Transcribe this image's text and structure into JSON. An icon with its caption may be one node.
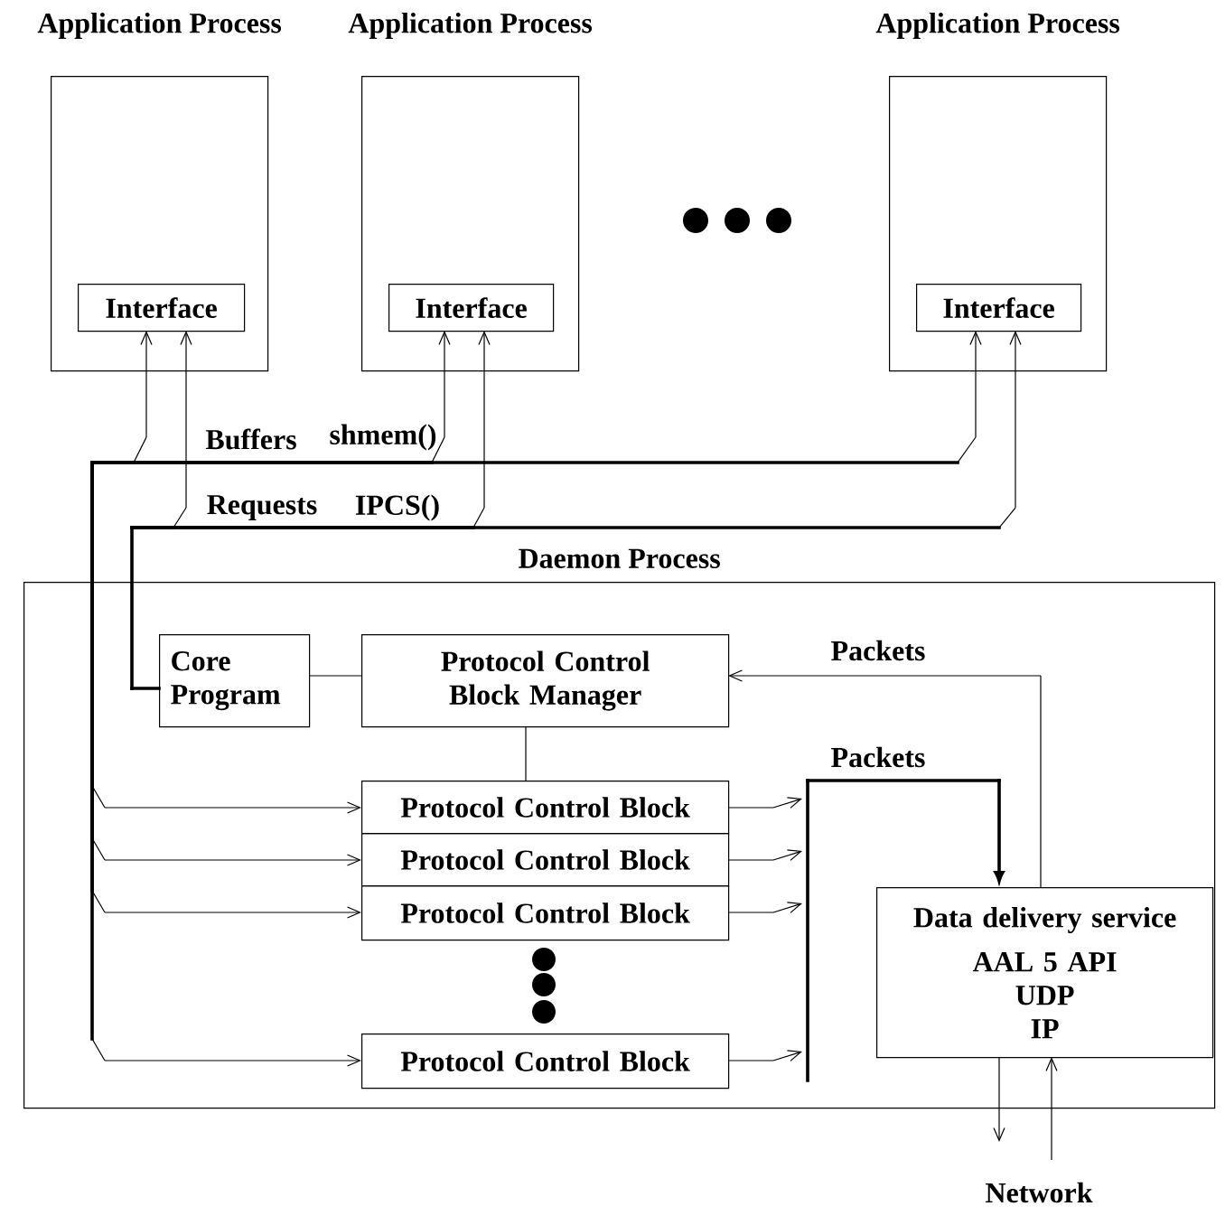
{
  "diagram": {
    "nodes": [
      {
        "text": [
          "Application Process"
        ]
      },
      {
        "text": [
          "Interface"
        ],
        "in": 0
      },
      {
        "text": [
          "Application Process"
        ]
      },
      {
        "text": [
          "Interface"
        ],
        "in": 2
      },
      {
        "text": [
          "Application Process"
        ]
      },
      {
        "text": [
          "Interface"
        ],
        "in": 4
      },
      {
        "text": [
          "Daemon Process"
        ]
      },
      {
        "text": [
          "Core Program"
        ],
        "in": 6
      },
      {
        "text": [
          "Protocol Control Block Manager"
        ],
        "in": 6
      },
      {
        "text": [
          "Protocol Control Block"
        ],
        "in": 6
      },
      {
        "text": [
          "Protocol Control Block"
        ],
        "in": 6
      },
      {
        "text": [
          "Protocol Control Block"
        ],
        "in": 6
      },
      {
        "text": [
          "Protocol Control Block"
        ],
        "in": 6
      },
      {
        "text": [
          "Data delivery service",
          "AAL 5 API",
          "UDP",
          "IP"
        ],
        "in": 6
      },
      {
        "text": [
          "Network"
        ]
      }
    ],
    "edges": [
      {
        "from": 7,
        "to": 1,
        "arrow": "to"
      },
      {
        "from": 7,
        "to": 3,
        "arrow": "to"
      },
      {
        "from": 7,
        "to": 5,
        "arrow": "to"
      },
      {
        "from": 1,
        "to": 9,
        "arrow": "both"
      },
      {
        "from": 1,
        "to": 10,
        "arrow": "both"
      },
      {
        "from": 1,
        "to": 11,
        "arrow": "both"
      },
      {
        "from": 1,
        "to": 12,
        "arrow": "both"
      },
      {
        "from": 3,
        "to": 9,
        "arrow": "both"
      },
      {
        "from": 3,
        "to": 10,
        "arrow": "both"
      },
      {
        "from": 3,
        "to": 11,
        "arrow": "both"
      },
      {
        "from": 3,
        "to": 12,
        "arrow": "both"
      },
      {
        "from": 5,
        "to": 9,
        "arrow": "both"
      },
      {
        "from": 5,
        "to": 10,
        "arrow": "both"
      },
      {
        "from": 5,
        "to": 11,
        "arrow": "both"
      },
      {
        "from": 5,
        "to": 12,
        "arrow": "both"
      },
      {
        "from": 7,
        "to": 8,
        "arrow": "none"
      },
      {
        "from": 8,
        "to": 9,
        "arrow": "none"
      },
      {
        "from": 9,
        "to": 13,
        "arrow": "to"
      },
      {
        "from": 10,
        "to": 13,
        "arrow": "to"
      },
      {
        "from": 11,
        "to": 13,
        "arrow": "to"
      },
      {
        "from": 12,
        "to": 13,
        "arrow": "to"
      },
      {
        "from": 13,
        "to": 8,
        "arrow": "to",
        "label": "Packets"
      },
      {
        "from": 13,
        "to": 14,
        "arrow": "to"
      },
      {
        "from": 14,
        "to": 13,
        "arrow": "to"
      }
    ],
    "labels": [
      "Buffers",
      "shmem()",
      "Requests",
      "IPCS()",
      "Packets"
    ]
  }
}
